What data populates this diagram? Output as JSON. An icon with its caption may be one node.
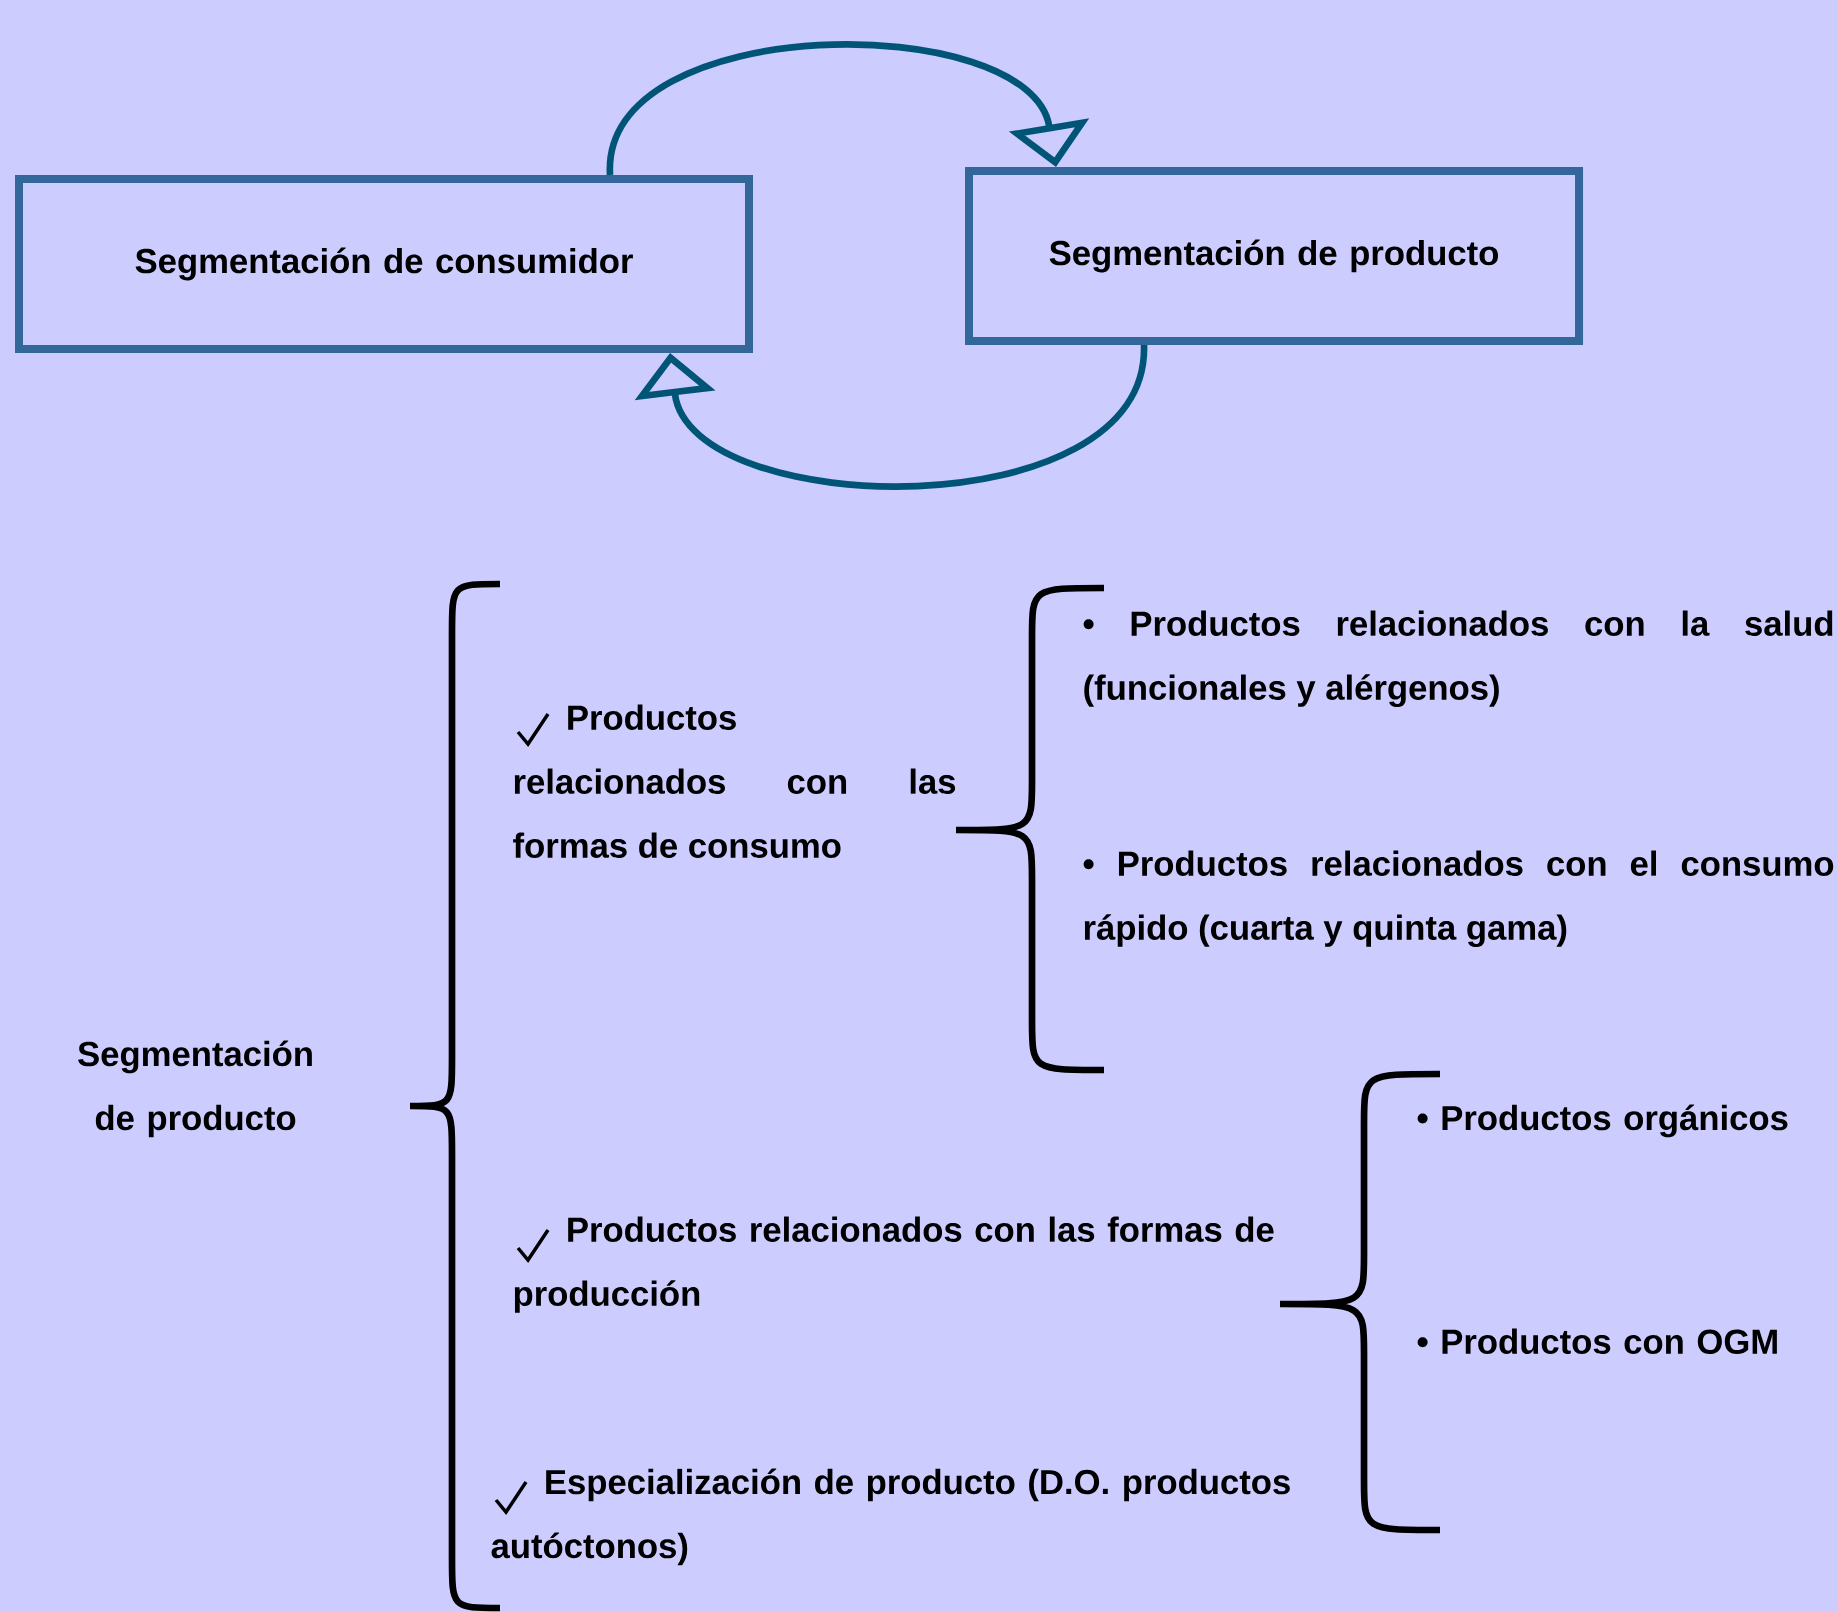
{
  "diagram": {
    "nodes": [
      {
        "text": [
          "Segmentación de consumidor"
        ]
      },
      {
        "text": [
          "Segmentación de producto"
        ]
      }
    ],
    "edges": [
      {
        "from": 0,
        "to": 1,
        "arrow": "to"
      },
      {
        "from": 1,
        "to": 0,
        "arrow": "to"
      }
    ],
    "labels": [
      "Segmentación de producto",
      "Productos relacionados con las formas de consumo",
      "• Productos relacionados con la salud (funcionales y alérgenos)",
      "• Productos relacionados con el consumo rápido (cuarta y quinta gama)",
      "Productos relacionados con las formas de producción",
      "• Productos orgánicos",
      "• Productos con OGM",
      "Especialización de producto (D.O. productos autóctonos)"
    ]
  }
}
